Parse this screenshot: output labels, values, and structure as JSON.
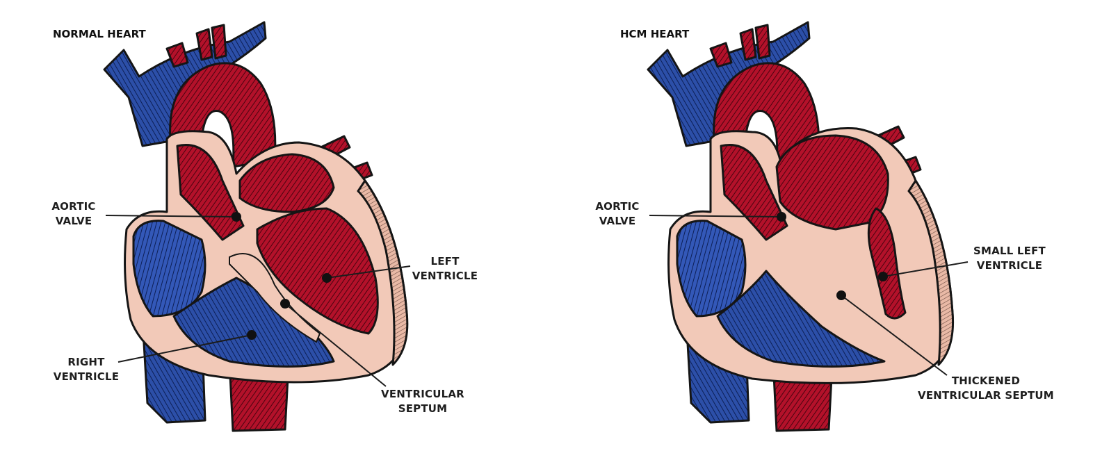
{
  "colors": {
    "oxygenated_red": "#b3112a",
    "deoxygenated_blue": "#2c4fa8",
    "tissue_pink": "#f2c9b8",
    "outline": "#151515"
  },
  "panels": [
    {
      "title": "NORMAL HEART",
      "labels": {
        "aortic_valve": [
          "AORTIC",
          "VALVE"
        ],
        "left_ventricle": [
          "LEFT",
          "VENTRICLE"
        ],
        "right_ventricle": [
          "RIGHT",
          "VENTRICLE"
        ],
        "septum": [
          "VENTRICULAR",
          "SEPTUM"
        ]
      }
    },
    {
      "title": "HCM HEART",
      "labels": {
        "aortic_valve": [
          "AORTIC",
          "VALVE"
        ],
        "left_ventricle": [
          "SMALL LEFT",
          "VENTRICLE"
        ],
        "septum": [
          "THICKENED",
          "VENTRICULAR SEPTUM"
        ]
      }
    }
  ]
}
